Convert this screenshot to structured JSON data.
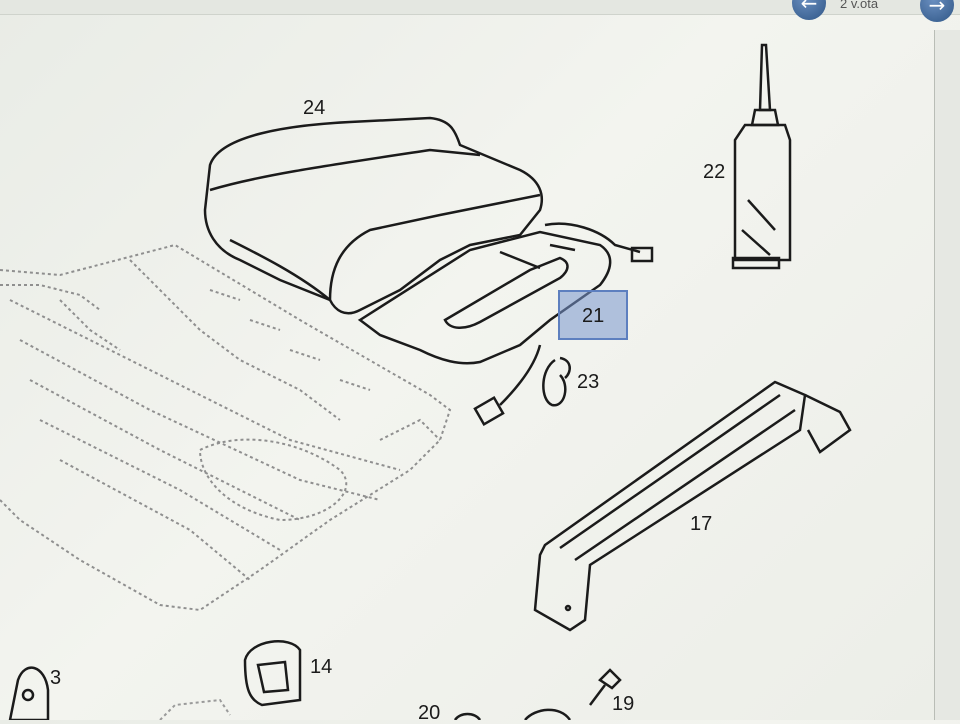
{
  "toolbar": {
    "page_text": "2 v.ota",
    "prev_icon": "arrow-left-icon",
    "next_icon": "arrow-right-icon"
  },
  "parts": [
    {
      "id": "seat-cushion",
      "label": "24"
    },
    {
      "id": "oil-bottle",
      "label": "22"
    },
    {
      "id": "heater-mat",
      "label": "21",
      "highlighted": true
    },
    {
      "id": "clip",
      "label": "23"
    },
    {
      "id": "rail",
      "label": "17"
    },
    {
      "id": "bracket-a",
      "label": "3"
    },
    {
      "id": "bracket-b",
      "label": "14"
    },
    {
      "id": "part-20",
      "label": "20"
    },
    {
      "id": "screw",
      "label": "19"
    }
  ],
  "colors": {
    "highlight": "#7896cd",
    "line": "#1b1b1b",
    "faded": "#8f8f8f"
  }
}
